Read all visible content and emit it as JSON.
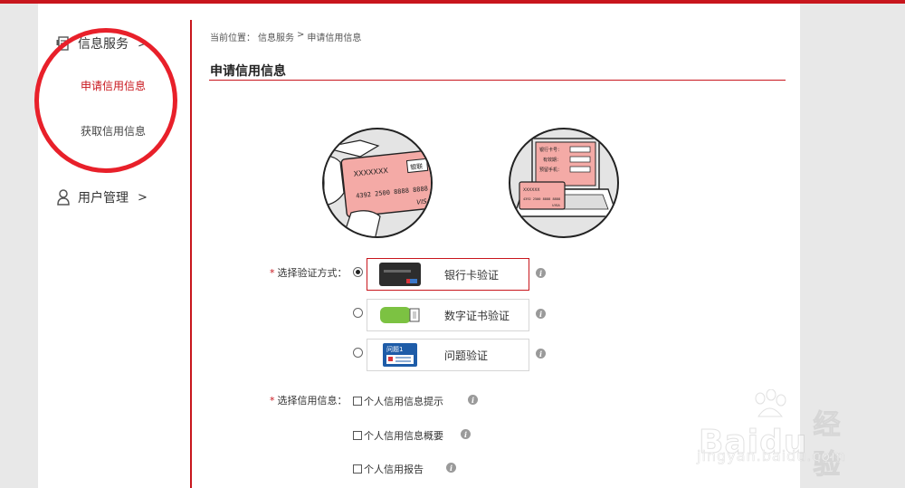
{
  "sidebar": {
    "groups": [
      {
        "label": "信息服务",
        "chevron": ">",
        "icon": "document-icon"
      },
      {
        "label": "用户管理",
        "chevron": ">",
        "icon": "user-icon"
      }
    ],
    "sub_items": [
      {
        "label": "申请信用信息",
        "active": true
      },
      {
        "label": "获取信用信息",
        "active": false
      }
    ]
  },
  "breadcrumb": {
    "prefix": "当前位置：",
    "level1": "信息服务",
    "sep": ">",
    "level2": "申请信用信息"
  },
  "page_title": "申请信用信息",
  "illustrations": {
    "card": {
      "name_text": "XXXXXXX",
      "logo": "银联",
      "number": "4392 2500 8888 8888",
      "brand": "VISA"
    },
    "laptop": {
      "field1": "银行卡号：",
      "field2": "有效期：",
      "field3": "预留手机：",
      "mini_card_name": "XXXXXX",
      "mini_card_number": "4392 2500 8888 8888",
      "mini_brand": "VISA"
    }
  },
  "verify": {
    "label": "选择验证方式：",
    "required_mark": "*",
    "options": [
      {
        "label": "银行卡验证",
        "selected": true,
        "icon": "bank-card-icon"
      },
      {
        "label": "数字证书验证",
        "selected": false,
        "icon": "usb-key-icon"
      },
      {
        "label": "问题验证",
        "selected": false,
        "icon": "question-card-icon",
        "thumb_text": "问题1"
      }
    ],
    "info_glyph": "i"
  },
  "credit_info": {
    "label": "选择信用信息：",
    "required_mark": "*",
    "options": [
      {
        "label": "个人信用信息提示"
      },
      {
        "label": "个人信用信息概要"
      },
      {
        "label": "个人信用报告"
      }
    ]
  },
  "watermark": {
    "brand": "Bai",
    "brand2": "du",
    "suffix": "经验",
    "url": "jingyan.baidu.com"
  },
  "colors": {
    "accent": "#c8161d",
    "highlight_circle": "#e8202a",
    "card_pink": "#f4aaa6"
  }
}
